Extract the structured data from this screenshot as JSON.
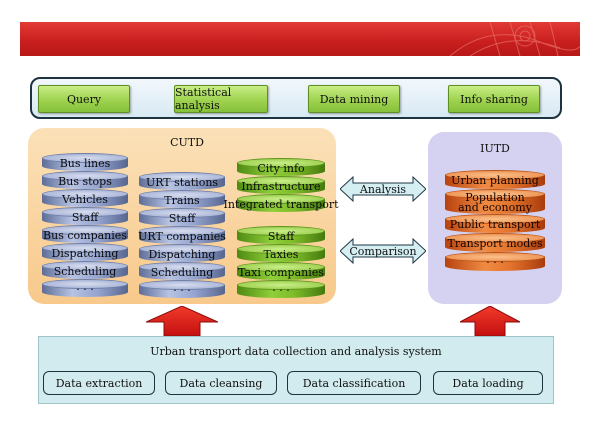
{
  "top_bar": {
    "buttons": [
      "Query",
      "Statistical analysis",
      "Data mining",
      "Info sharing"
    ]
  },
  "cutd": {
    "title": "CUTD",
    "bus_stack": [
      "Bus lines",
      "Bus stops",
      "Vehicles",
      "Staff",
      "Bus companies",
      "Dispatching",
      "Scheduling",
      "· · ·"
    ],
    "urt_stack": [
      "URT stations",
      "Trains",
      "Staff",
      "URT companies",
      "Dispatching",
      "Scheduling",
      "· · ·"
    ],
    "city_stack": [
      "City info",
      "Infrastructure",
      "Integrated transport"
    ],
    "taxi_stack": [
      "Staff",
      "Taxies",
      "Taxi companies",
      "· · ·"
    ]
  },
  "arrows": {
    "analysis": "Analysis",
    "comparison": "Comparison"
  },
  "iutd": {
    "title": "IUTD",
    "stack": [
      "Urban planning",
      "Population and economy",
      "Public transport",
      "Transport modes",
      "· · ·"
    ]
  },
  "system": {
    "title": "Urban transport data collection and analysis system",
    "buttons": [
      "Data extraction",
      "Data cleansing",
      "Data classification",
      "Data loading"
    ]
  },
  "colors": {
    "banner": "#c81e1e",
    "cutd_panel": "#f8c98b",
    "iutd_panel": "#d4d2f0",
    "up_arrow": "#e01818",
    "system_box": "#d2ebef"
  }
}
